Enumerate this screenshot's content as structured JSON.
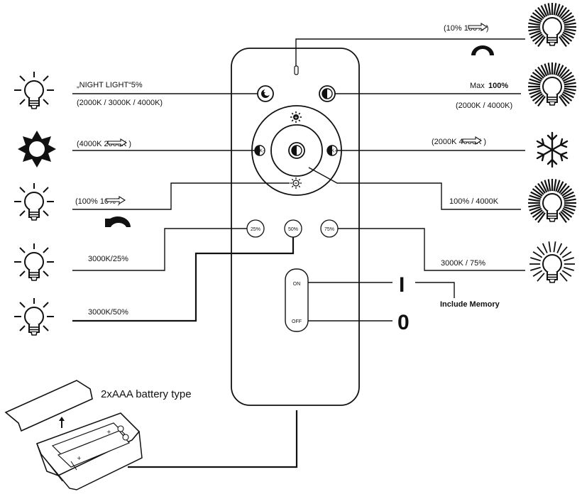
{
  "labels": {
    "brightness_up": "(10%   100%  )",
    "night_light": "„NIGHT LIGHT“5%",
    "night_light_cct": "(2000K / 3000K / 4000K)",
    "max_brightness_prefix": "Max",
    "max_brightness_value": "100%",
    "max_cct": "(2000K / 4000K)",
    "cct_down": "(4000K   2000K )",
    "cct_up": "(2000K   4000K )",
    "brightness_down": "(100%   10% )",
    "full_output": "100%  /  4000K",
    "preset_25": "3000K/25%",
    "preset_50": "3000K/50%",
    "preset_75": "3000K  /  75%",
    "include_memory": "Include Memory",
    "battery": "2xAAA battery type",
    "power_on_glyph": "I",
    "power_off_glyph": "0"
  },
  "remote": {
    "btn_25": "25%",
    "btn_50": "50%",
    "btn_75": "75%",
    "btn_on": "ON",
    "btn_off": "OFF",
    "cct_left": "K-",
    "cct_right": "K+"
  },
  "icons": {
    "bulb_full_rays": "bulb-full-rays-icon",
    "bulb_dim": "bulb-dim-icon",
    "sun_warm": "sun-warm-icon",
    "snowflake_cold": "snowflake-icon",
    "bulb_half_rays": "bulb-half-rays-icon"
  }
}
